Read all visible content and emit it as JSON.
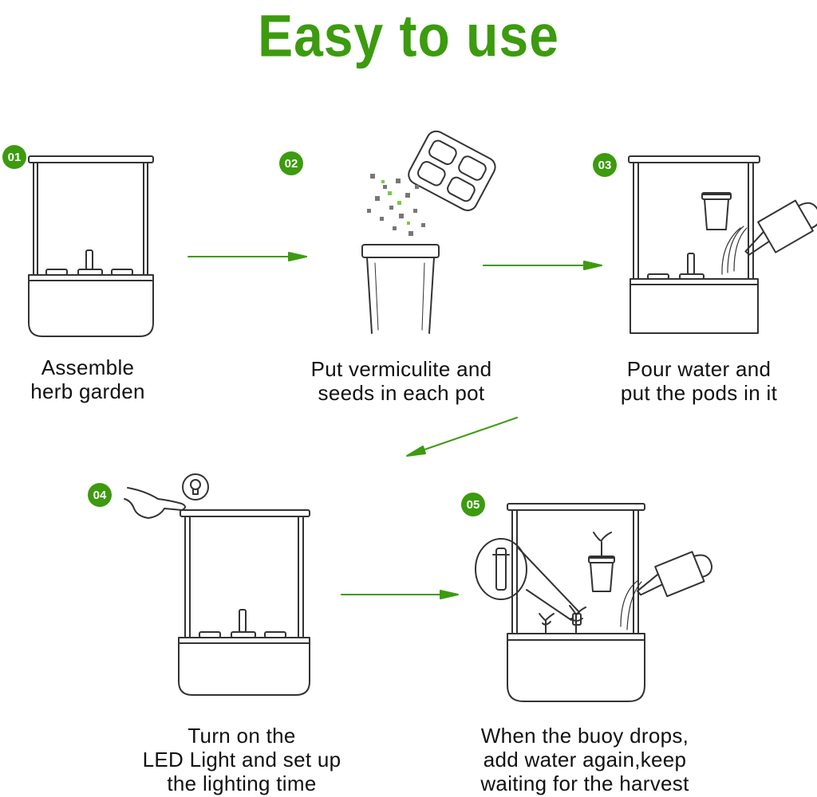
{
  "title": "Easy to use",
  "colors": {
    "accent": "#3c9b0e",
    "line": "#333333"
  },
  "steps": [
    {
      "badge": "01",
      "lines": [
        "Assemble",
        "herb garden"
      ]
    },
    {
      "badge": "02",
      "lines": [
        "Put vermiculite and",
        "seeds in each pot"
      ]
    },
    {
      "badge": "03",
      "lines": [
        "Pour water and",
        "put the pods in it"
      ]
    },
    {
      "badge": "04",
      "lines": [
        "Turn on the",
        "LED Light and set up",
        "the lighting time"
      ]
    },
    {
      "badge": "05",
      "lines": [
        "When the buoy drops,",
        "add water again,keep",
        "waiting for the harvest"
      ]
    }
  ]
}
